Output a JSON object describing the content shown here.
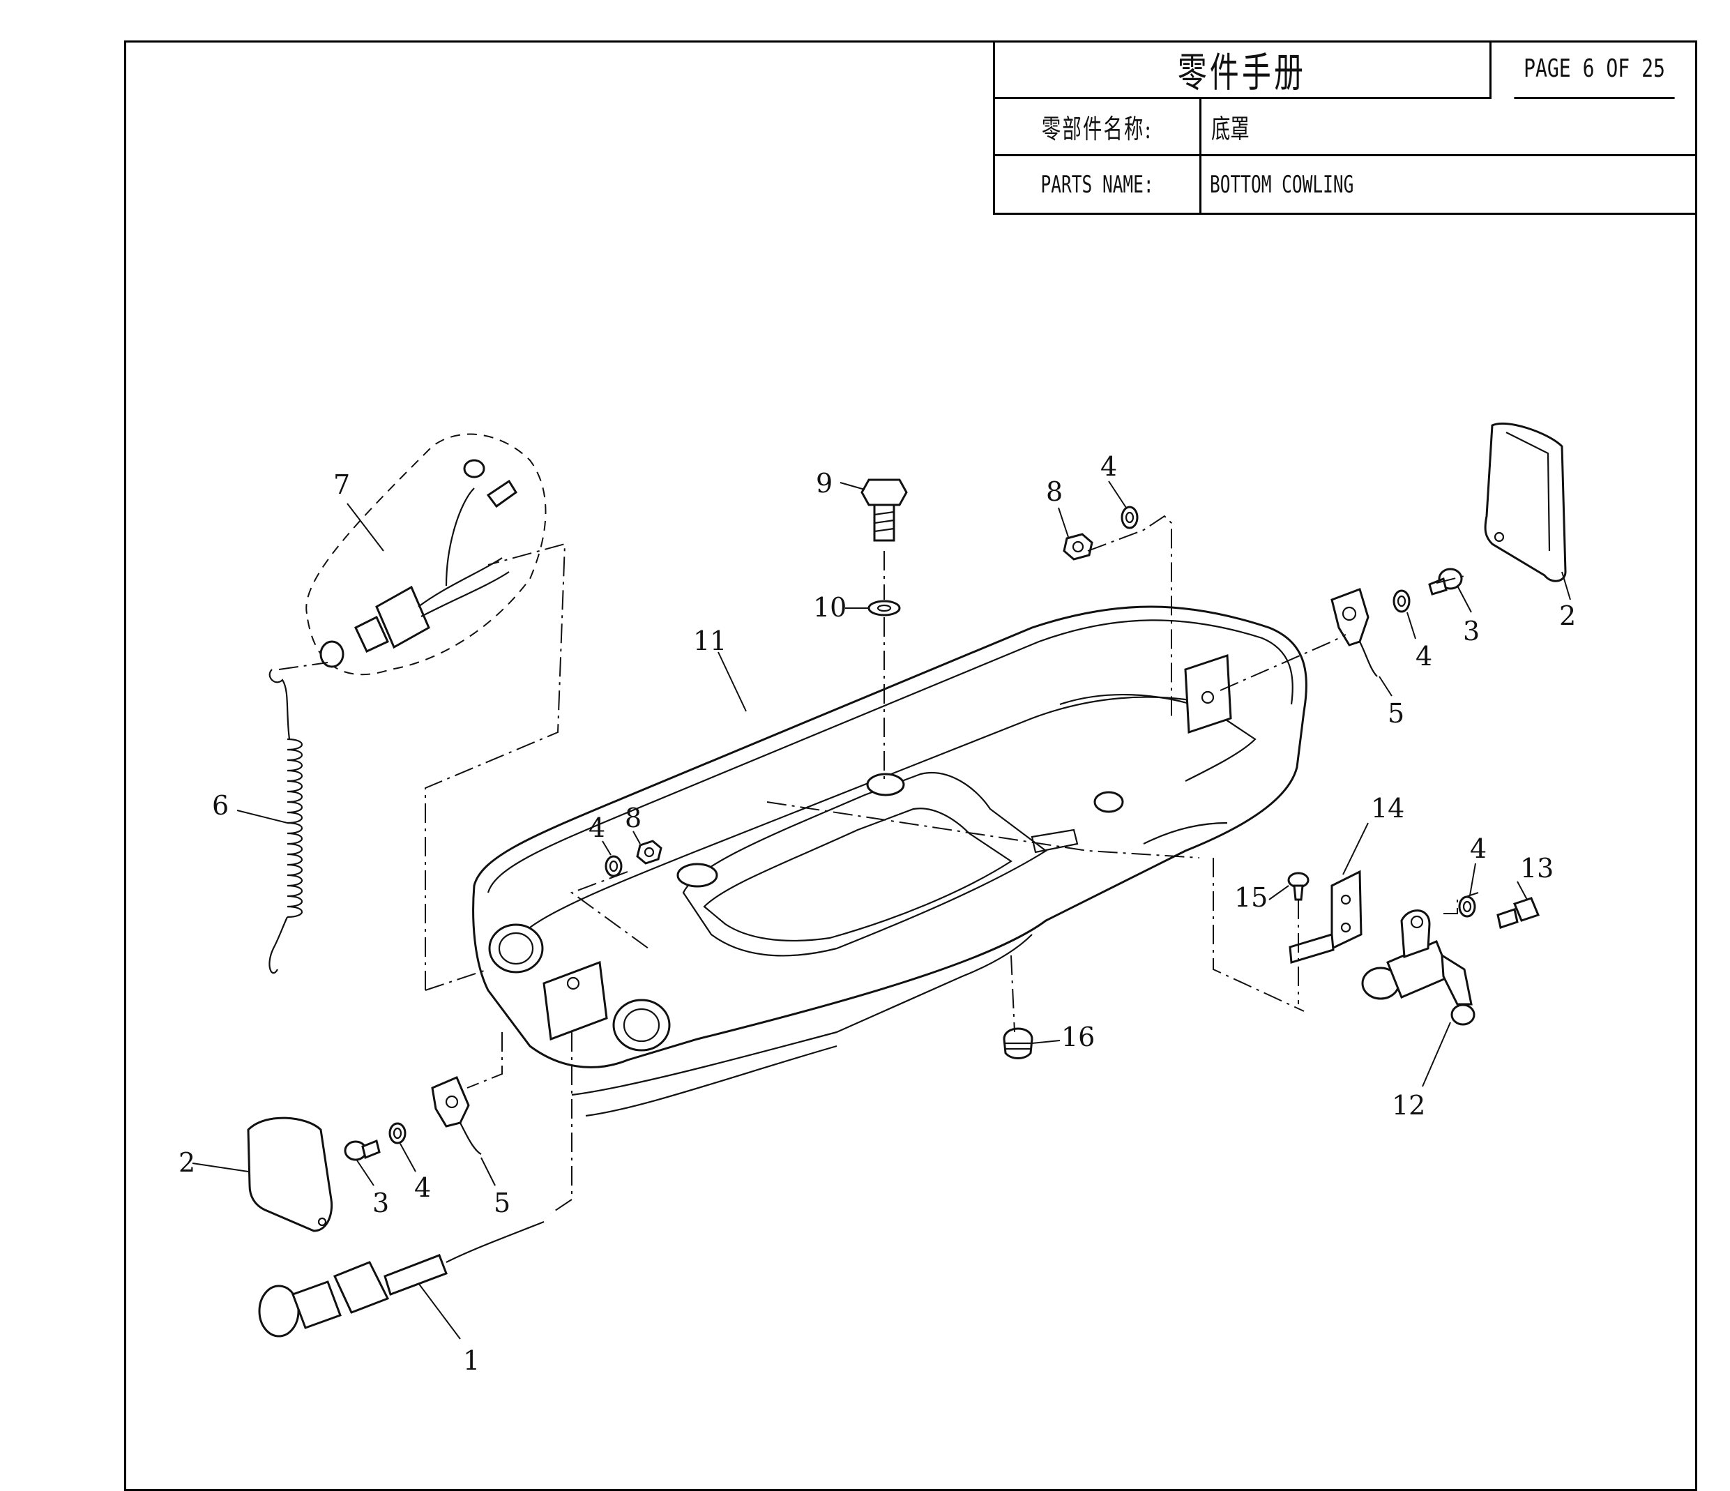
{
  "title_block": {
    "title": "零件手册",
    "page": "PAGE 6 OF 25",
    "cn_label": "零部件名称:",
    "cn_value": "底罩",
    "en_label": "PARTS NAME:",
    "en_value": "BOTTOM COWLING"
  },
  "callouts": {
    "c1": "1",
    "c2a": "2",
    "c2b": "2",
    "c3a": "3",
    "c3b": "3",
    "c4a": "4",
    "c4b": "4",
    "c4c": "4",
    "c4d": "4",
    "c4e": "4",
    "c5a": "5",
    "c5b": "5",
    "c6": "6",
    "c7": "7",
    "c8a": "8",
    "c8b": "8",
    "c9": "9",
    "c10": "10",
    "c11": "11",
    "c12": "12",
    "c13": "13",
    "c14": "14",
    "c15": "15",
    "c16": "16"
  }
}
